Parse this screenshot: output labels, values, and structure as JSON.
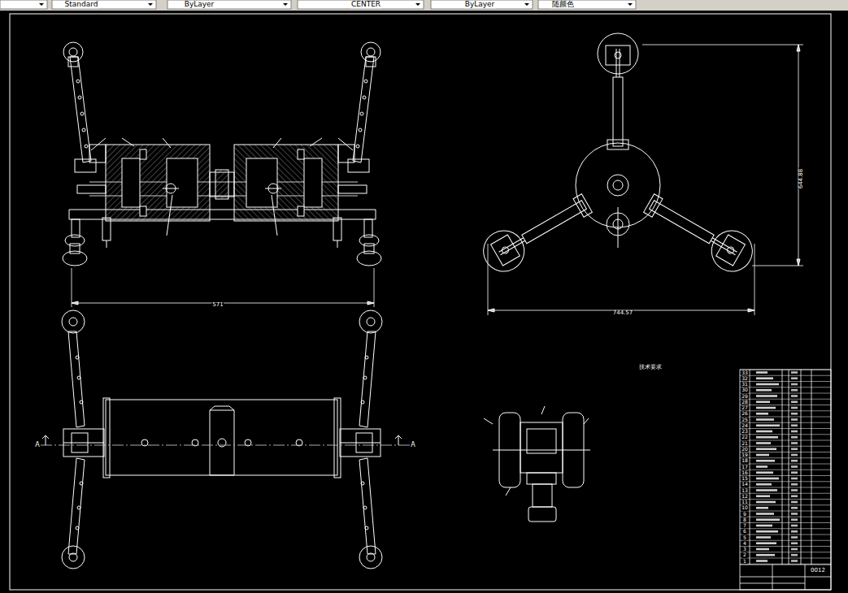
{
  "diagram": {
    "labels": [
      "Standard",
      "ByLayer",
      "CENTER",
      "ByLayer",
      "随颜色",
      "A",
      "A",
      "571",
      "744.57",
      "644.88",
      "技术要求",
      "0012",
      "33",
      "32",
      "31",
      "30",
      "29",
      "28",
      "27",
      "26",
      "25",
      "24",
      "23",
      "22",
      "21",
      "20",
      "19",
      "18",
      "17",
      "16",
      "15",
      "14",
      "13",
      "12",
      "11",
      "10",
      "9",
      "8",
      "7",
      "6",
      "5",
      "4",
      "3",
      "2",
      "1"
    ]
  }
}
